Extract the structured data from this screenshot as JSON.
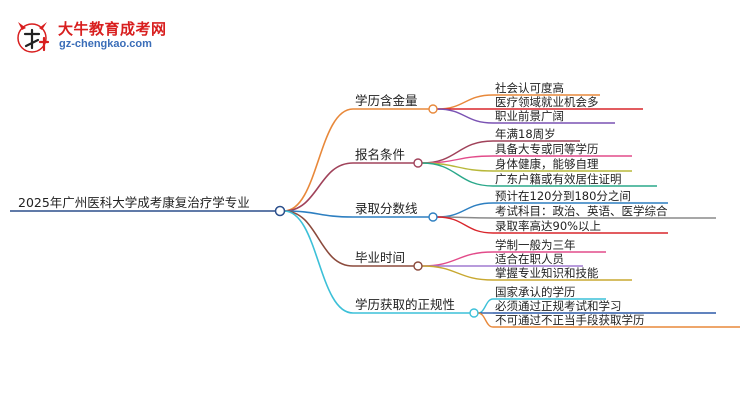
{
  "logo": {
    "name": "大牛教育成考网",
    "url": "gz-chengkao.com"
  },
  "mindmap": {
    "root": "2025年广州医科大学成考康复治疗学专业",
    "colors": {
      "root_line": "#2b4f8c",
      "text": "#222222"
    },
    "branches": [
      {
        "label": "学历含金量",
        "color": "#e8883a",
        "children": [
          {
            "label": "社会认可度高",
            "color": "#e8883a"
          },
          {
            "label": "医疗领域就业机会多",
            "color": "#d9262c"
          },
          {
            "label": "职业前景广阔",
            "color": "#7a52b3"
          }
        ]
      },
      {
        "label": "报名条件",
        "color": "#a0425a",
        "children": [
          {
            "label": "年满18周岁",
            "color": "#a0425a"
          },
          {
            "label": "具备大专或同等学历",
            "color": "#e24b8a"
          },
          {
            "label": "身体健康，能够自理",
            "color": "#b8b83a"
          },
          {
            "label": "广东户籍或有效居住证明",
            "color": "#2aa88a"
          }
        ]
      },
      {
        "label": "录取分数线",
        "color": "#2d7fc1",
        "children": [
          {
            "label": "预计在120分到180分之间",
            "color": "#2d7fc1"
          },
          {
            "label": "考试科目：政治、英语、医学综合",
            "color": "#8a8a8a"
          },
          {
            "label": "录取率高达90%以上",
            "color": "#d9262c"
          }
        ]
      },
      {
        "label": "毕业时间",
        "color": "#8b4a3c",
        "children": [
          {
            "label": "学制一般为三年",
            "color": "#e24b8a"
          },
          {
            "label": "适合在职人员",
            "color": "#a07ad0"
          },
          {
            "label": "掌握专业知识和技能",
            "color": "#c8a830"
          }
        ]
      },
      {
        "label": "学历获取的正规性",
        "color": "#3cc0d8",
        "children": [
          {
            "label": "国家承认的学历",
            "color": "#3cc0d8"
          },
          {
            "label": "必须通过正规考试和学习",
            "color": "#2d5aa8"
          },
          {
            "label": "不可通过不正当手段获取学历",
            "color": "#e8883a"
          }
        ]
      }
    ]
  }
}
